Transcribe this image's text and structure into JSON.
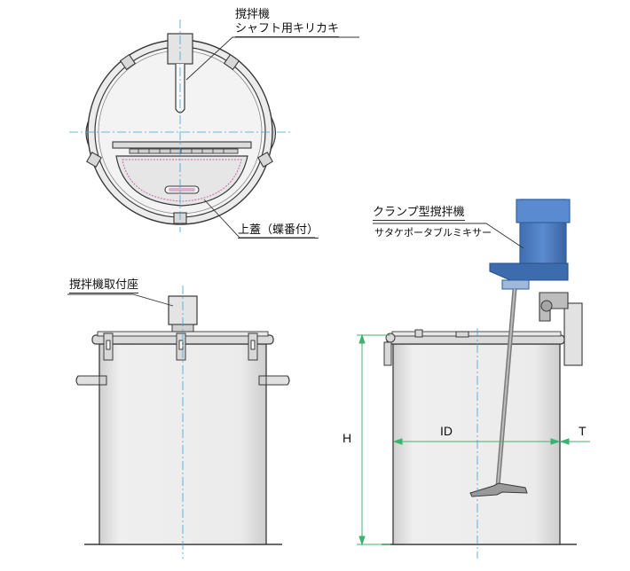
{
  "callouts": {
    "mixer_line1": "撹拌機",
    "mixer_line2": "シャフト用キリカキ",
    "lid": "上蓋（蝶番付）",
    "mount_seat": "撹拌機取付座",
    "clamp_mixer": "クランプ型撹拌機",
    "portable_mixer": "サタケポータブルミキサー"
  },
  "dimensions": {
    "height": "H",
    "inner_diameter": "ID",
    "thickness": "T"
  },
  "colors": {
    "line": "#3a3a3a",
    "steel": "#e8e8e8",
    "steel_dark": "#c9c9c9",
    "centerline": "#3aa6d6",
    "dimension_line": "#3cb371",
    "motor": "#4f7fc2",
    "motor_dark": "#2f5d9b",
    "lid_curve": "#c06aa8"
  }
}
